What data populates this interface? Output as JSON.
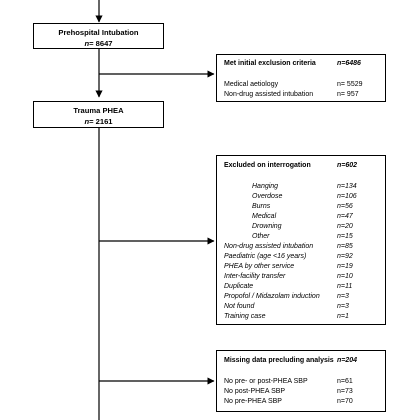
{
  "prehospital": {
    "title": "Prehospital Intubation",
    "n_prefix": "n",
    "n_value": "= 8647"
  },
  "trauma": {
    "title": "Trauma PHEA",
    "n_prefix": "n",
    "n_value": "= 2161"
  },
  "exclusion_initial": {
    "header": {
      "label": "Met initial exclusion criteria",
      "value": "n=6486"
    },
    "rows": [
      {
        "label": "Medical aetiology",
        "value": "n= 5529"
      },
      {
        "label": "Non-drug assisted intubation",
        "value": "n= 957"
      }
    ]
  },
  "interrogation": {
    "header": {
      "label": "Excluded on interrogation",
      "value": "n=602"
    },
    "rows": [
      {
        "label": "Hanging",
        "value": "n=134",
        "indent": true
      },
      {
        "label": "Overdose",
        "value": "n=106",
        "indent": true
      },
      {
        "label": "Burns",
        "value": "n=56",
        "indent": true
      },
      {
        "label": "Medical",
        "value": "n=47",
        "indent": true
      },
      {
        "label": "Drowning",
        "value": "n=20",
        "indent": true
      },
      {
        "label": "Other",
        "value": "n=15",
        "indent": true
      },
      {
        "label": "Non-drug assisted intubation",
        "value": "n=85",
        "indent": false
      },
      {
        "label": "Paediatric (age <16 years)",
        "value": "n=92",
        "indent": false
      },
      {
        "label": "PHEA by other service",
        "value": "n=19",
        "indent": false
      },
      {
        "label": "Inter-facility transfer",
        "value": "n=10",
        "indent": false
      },
      {
        "label": "Duplicate",
        "value": "n=11",
        "indent": false
      },
      {
        "label": "Propofol / Midazolam induction",
        "value": "n=3",
        "indent": false
      },
      {
        "label": "Not found",
        "value": "n=3",
        "indent": false
      },
      {
        "label": "Training case",
        "value": "n=1",
        "indent": false
      }
    ]
  },
  "missing": {
    "header": {
      "label": "Missing data precluding analysis",
      "value": "n=204"
    },
    "rows": [
      {
        "label": "No pre- or post-PHEA SBP",
        "value": "n=61"
      },
      {
        "label": "No post-PHEA SBP",
        "value": "n=73"
      },
      {
        "label": "No pre-PHEA SBP",
        "value": "n=70"
      }
    ]
  }
}
